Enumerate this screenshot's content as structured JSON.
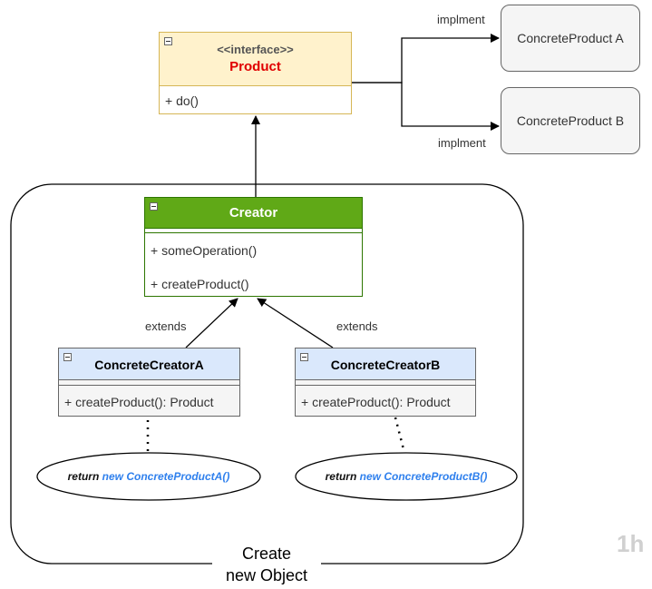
{
  "interface_box": {
    "stereotype": "<<interface>>",
    "name": "Product",
    "method": "+ do()"
  },
  "products": {
    "a": "ConcreteProduct A",
    "b": "ConcreteProduct B",
    "implement_label": "implment"
  },
  "creator": {
    "name": "Creator",
    "methods": [
      "+ someOperation()",
      "+ createProduct()"
    ]
  },
  "extends_label": "extends",
  "creator_a": {
    "name": "ConcreteCreatorA",
    "method": "+ createProduct(): Product",
    "return_kw": "return",
    "return_expr": "new ConcreteProductA()"
  },
  "creator_b": {
    "name": "ConcreteCreatorB",
    "method": "+ createProduct(): Product",
    "return_kw": "return",
    "return_expr": "new ConcreteProductB()"
  },
  "group_label": {
    "line1": "Create",
    "line2": "new Object"
  },
  "watermark": "1h",
  "colors": {
    "interface_fill": "#fff2cc",
    "interface_stroke": "#d6b656",
    "creator_fill": "#60a917",
    "creator_stroke": "#2d7600",
    "concrete_fill": "#dae8fc",
    "concrete_stroke": "#6c8ebf",
    "product_name": "#e00000",
    "return_new": "#2f80ed"
  }
}
